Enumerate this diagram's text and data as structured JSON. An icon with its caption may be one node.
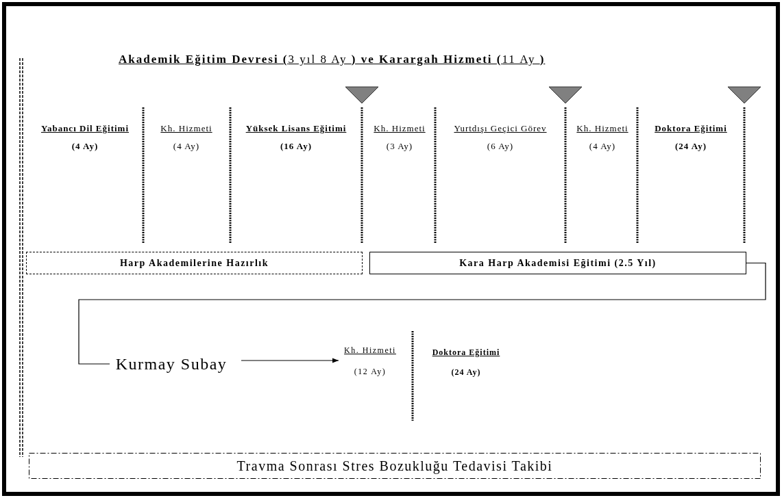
{
  "diagram": {
    "title": "**Akademik Eğitim Devresi (**3 yıl 8 Ay **) ve Karargah Hizmeti (**11 Ay **)**",
    "nodes": [
      {
        "text": [
          "Harp Akademilerine Hazırlık"
        ]
      },
      {
        "text": [
          "Kara Harp Akademisi Eğitimi (2.5 Yıl)"
        ]
      },
      {
        "text": [
          "Kurmay Subay"
        ]
      },
      {
        "text": [
          "Kh. Hizmeti",
          "(12 Ay)"
        ]
      },
      {
        "text": [
          "Travma Sonrası Stres Bozukluğu Tedavisi Takibi"
        ]
      }
    ],
    "edges": [
      {
        "from": 1,
        "to": 2,
        "arrow": "none"
      },
      {
        "from": 2,
        "to": 3,
        "arrow": "to"
      }
    ],
    "labels": [
      "Yabancı Dil Eğitimi",
      "(4 Ay)",
      "Kh. Hizmeti",
      "(4 Ay)",
      "Yüksek Lisans Eğitimi",
      "(16 Ay)",
      "Kh. Hizmeti",
      "(3 Ay)",
      "Yurtdışı Geçici Görev",
      "(6 Ay)",
      "Kh. Hizmeti",
      "(4 Ay)",
      "Doktora Eğitimi",
      "(24 Ay)",
      "Doktora Eğitimi",
      "(24 Ay)"
    ]
  }
}
